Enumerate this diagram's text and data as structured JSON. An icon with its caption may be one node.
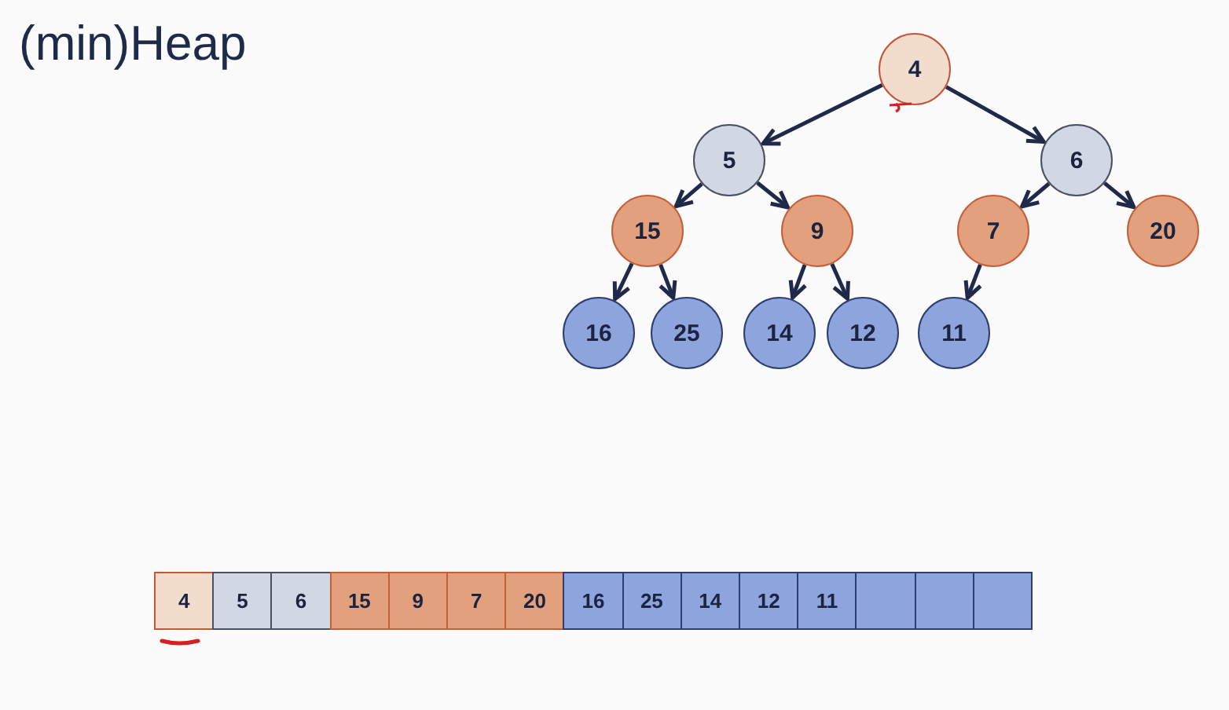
{
  "diagram": {
    "title": "(min)Heap",
    "nodes": [
      {
        "text": [
          "4"
        ]
      },
      {
        "text": [
          "5"
        ]
      },
      {
        "text": [
          "6"
        ]
      },
      {
        "text": [
          "15"
        ]
      },
      {
        "text": [
          "9"
        ]
      },
      {
        "text": [
          "7"
        ]
      },
      {
        "text": [
          "20"
        ]
      },
      {
        "text": [
          "16"
        ]
      },
      {
        "text": [
          "25"
        ]
      },
      {
        "text": [
          "14"
        ]
      },
      {
        "text": [
          "12"
        ]
      },
      {
        "text": [
          "11"
        ]
      },
      {
        "text": [
          "4"
        ]
      },
      {
        "text": [
          "5"
        ]
      },
      {
        "text": [
          "6"
        ]
      },
      {
        "text": [
          "15"
        ]
      },
      {
        "text": [
          "9"
        ]
      },
      {
        "text": [
          "7"
        ]
      },
      {
        "text": [
          "20"
        ]
      },
      {
        "text": [
          "16"
        ]
      },
      {
        "text": [
          "25"
        ]
      },
      {
        "text": [
          "14"
        ]
      },
      {
        "text": [
          "12"
        ]
      },
      {
        "text": [
          "11"
        ]
      },
      {
        "text": [],
        "shape": "box"
      },
      {
        "text": [],
        "shape": "box"
      },
      {
        "text": [],
        "shape": "box"
      }
    ],
    "edges": [
      {
        "from": 0,
        "to": 1,
        "arrow": "to"
      },
      {
        "from": 0,
        "to": 2,
        "arrow": "to"
      },
      {
        "from": 1,
        "to": 3,
        "arrow": "to"
      },
      {
        "from": 1,
        "to": 4,
        "arrow": "to"
      },
      {
        "from": 2,
        "to": 5,
        "arrow": "to"
      },
      {
        "from": 2,
        "to": 6,
        "arrow": "to"
      },
      {
        "from": 3,
        "to": 7,
        "arrow": "to"
      },
      {
        "from": 3,
        "to": 8,
        "arrow": "to"
      },
      {
        "from": 4,
        "to": 9,
        "arrow": "to"
      },
      {
        "from": 4,
        "to": 10,
        "arrow": "to"
      },
      {
        "from": 5,
        "to": 11,
        "arrow": "to"
      }
    ]
  }
}
